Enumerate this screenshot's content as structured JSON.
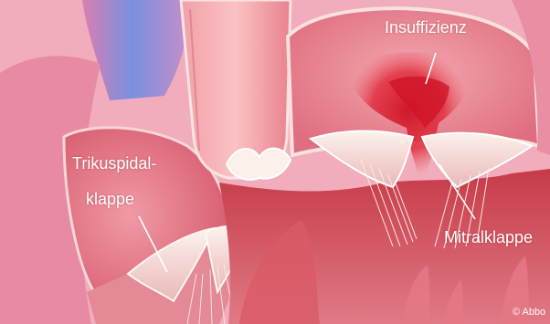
{
  "labels": {
    "insufficiency": "Insuffizienz",
    "tricuspid_line1": "Trikuspidal-",
    "tricuspid_line2": "klappe",
    "mitral": "Mitralklappe"
  },
  "credit": "© Abbo",
  "colors": {
    "label_text": "#ffffff",
    "pointer_line": "#ffffff",
    "regurgitation_jet": "#d81c30",
    "vessel_blue": "#6f86d6",
    "tissue_pink": "#e58aa0",
    "chamber_red": "#c9404a"
  }
}
